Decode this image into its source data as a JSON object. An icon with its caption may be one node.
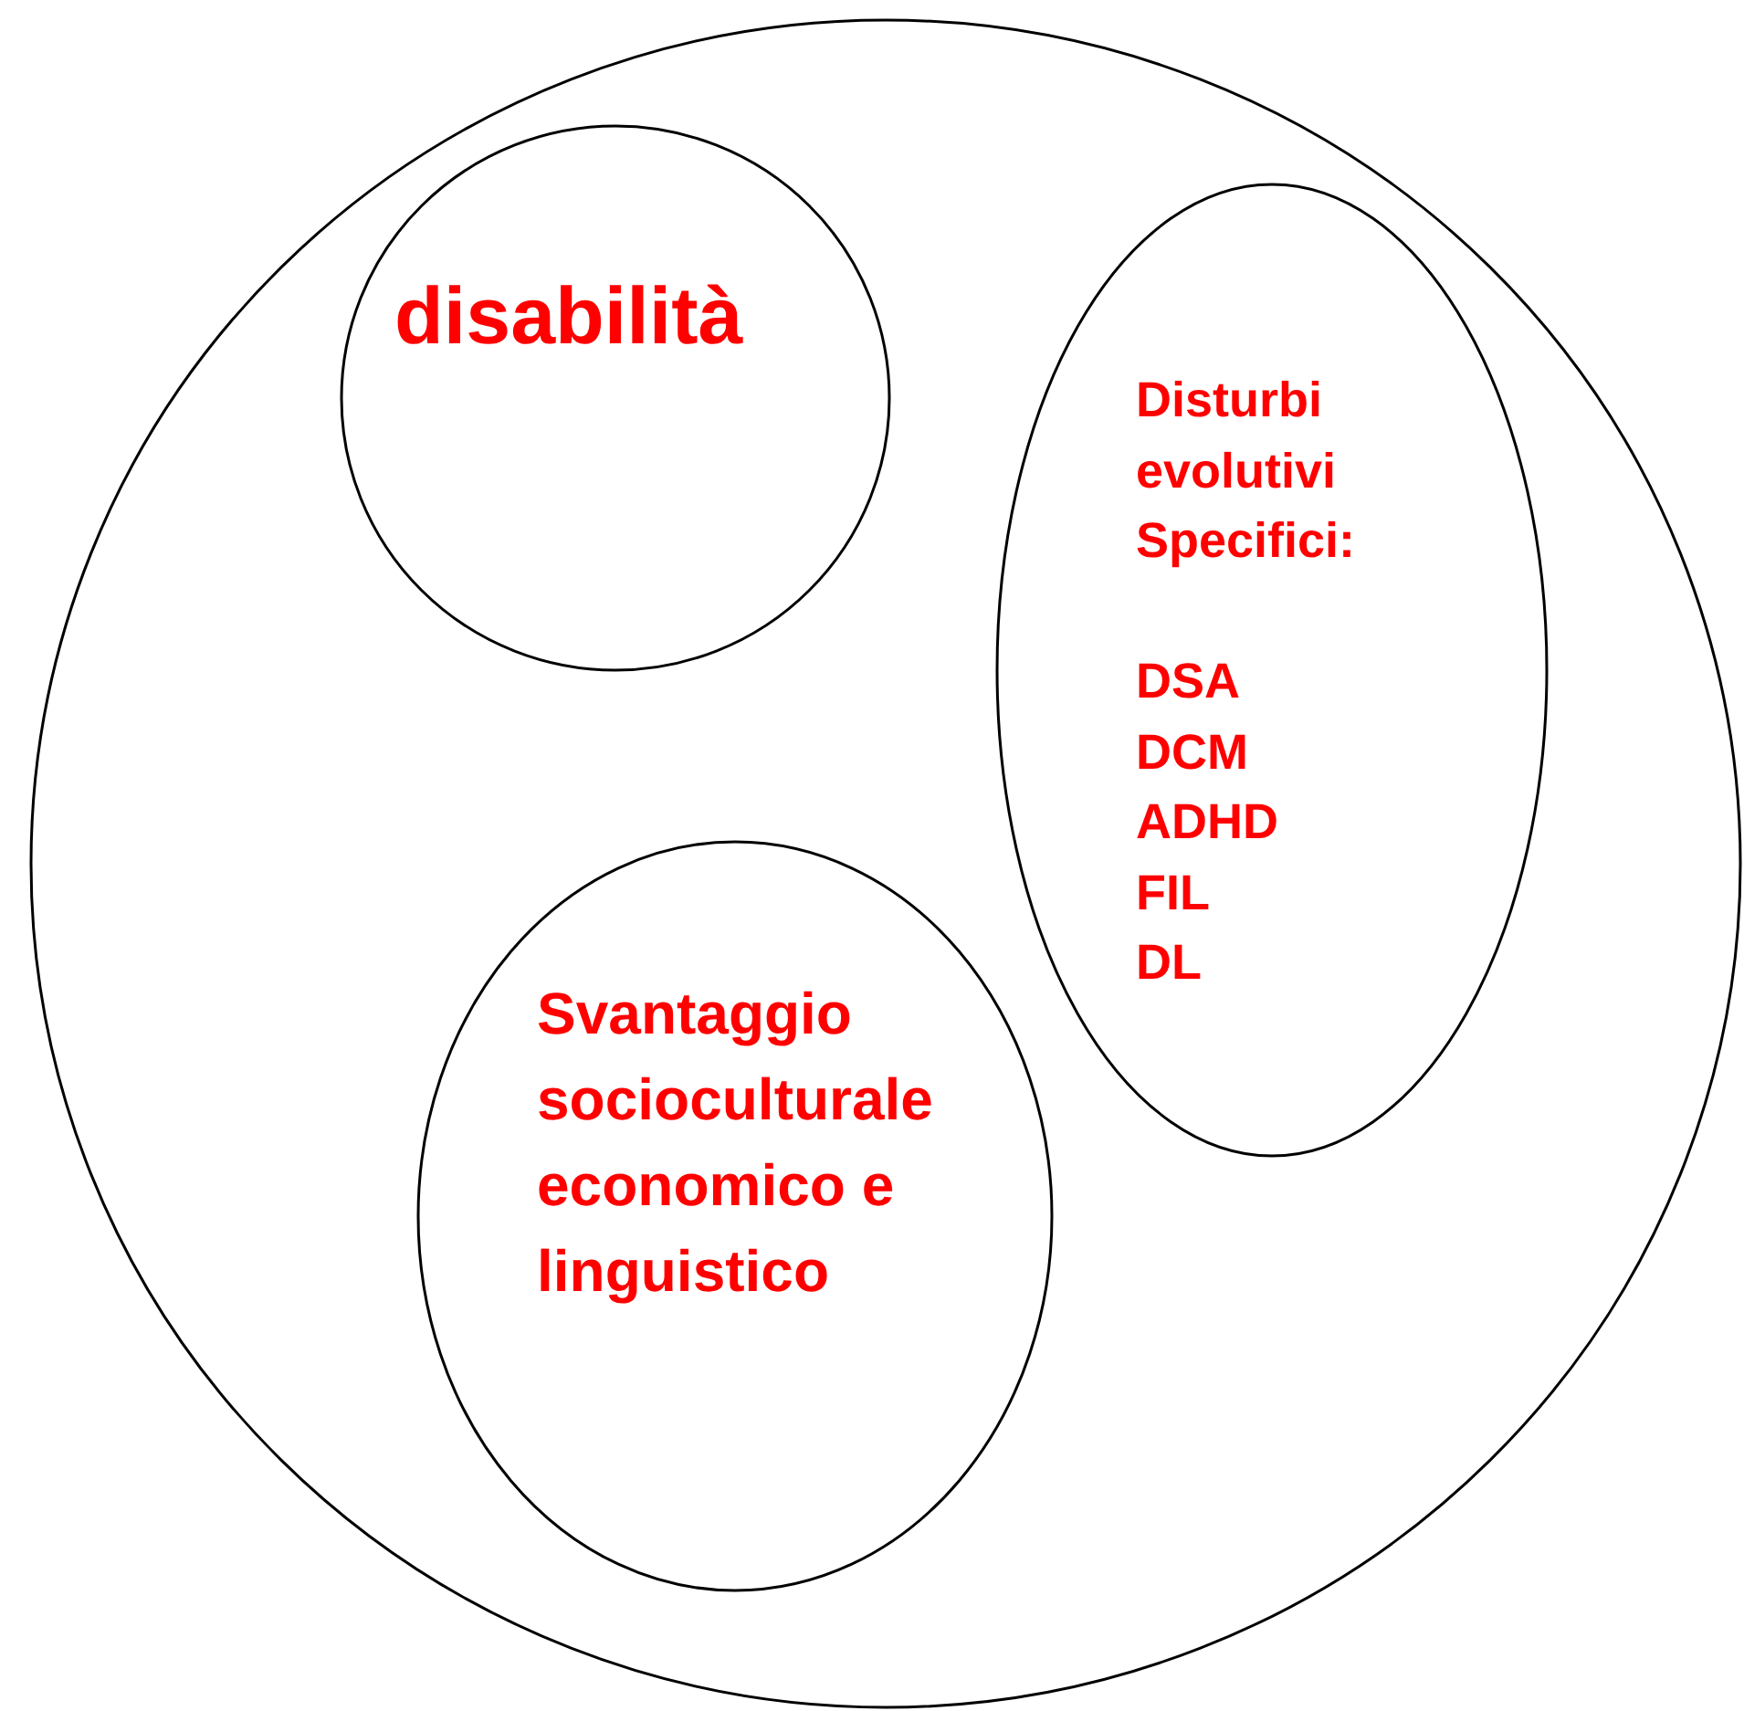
{
  "diagram": {
    "nodes": [
      {
        "text": [],
        "shape": "circle"
      },
      {
        "text": [
          "disabilità"
        ],
        "in": 0
      },
      {
        "text": [
          "Disturbi evolutivi Specifici:",
          "DSA",
          "DCM",
          "ADHD",
          "FIL",
          "DL"
        ],
        "in": 0
      },
      {
        "text": [
          "Svantaggio socioculturale economico e linguistico"
        ],
        "in": 0
      }
    ]
  }
}
